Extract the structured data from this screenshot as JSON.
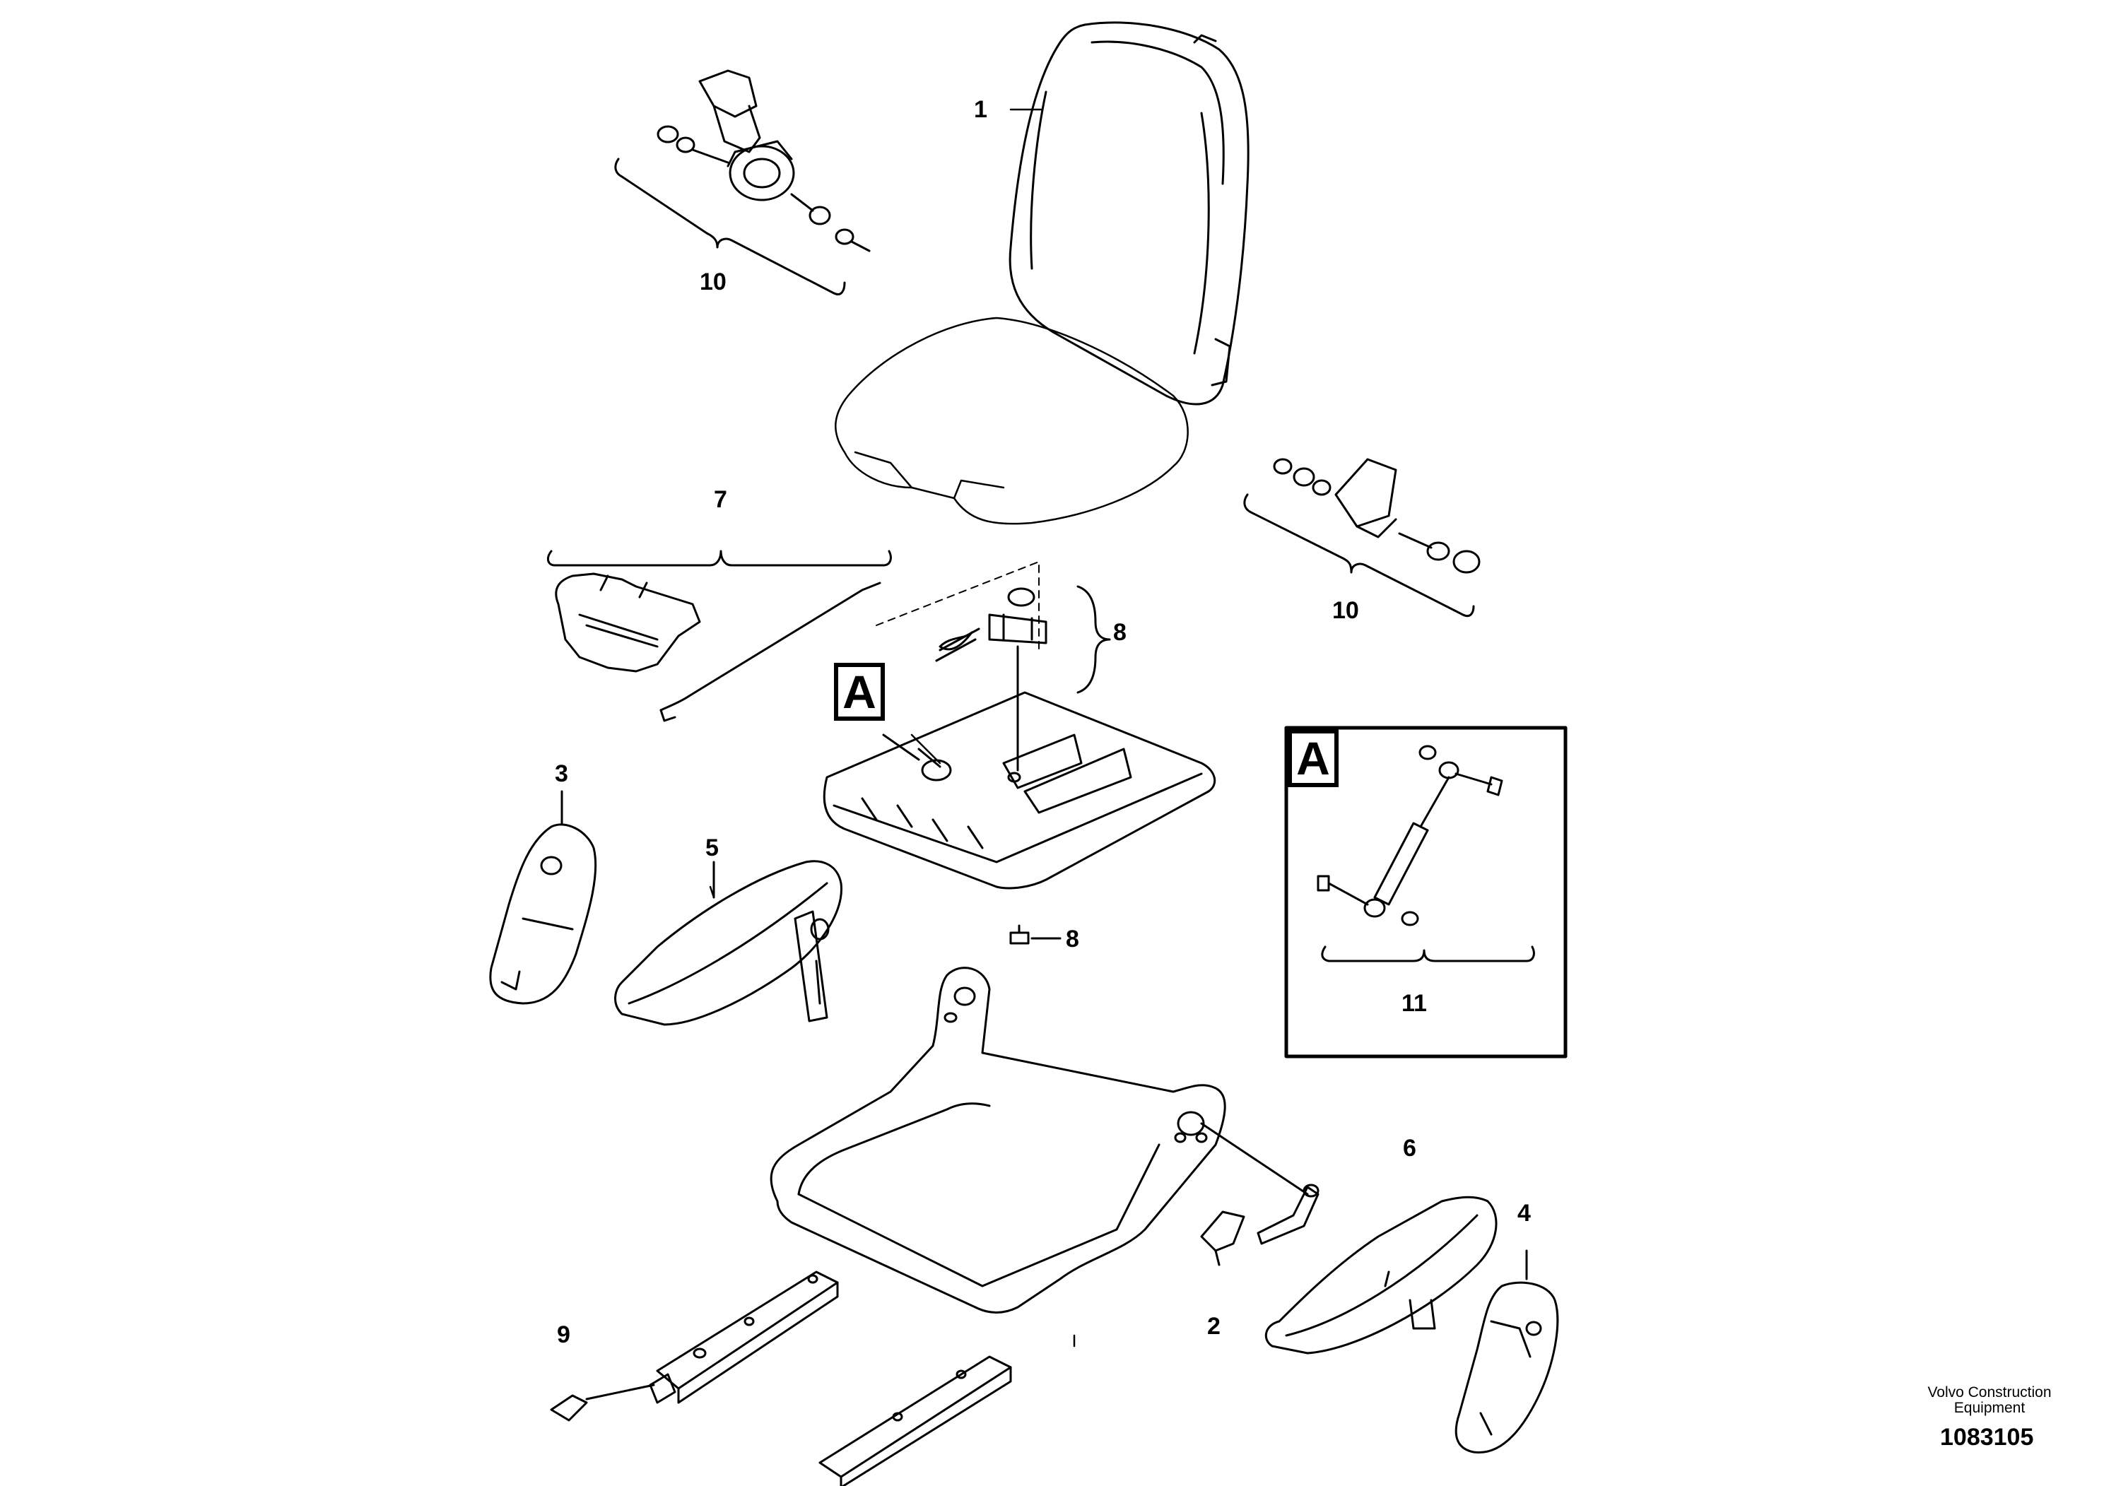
{
  "diagram": {
    "callouts": {
      "c1": "1",
      "c2": "2",
      "c3": "3",
      "c4": "4",
      "c5": "5",
      "c6": "6",
      "c7": "7",
      "c8_upper": "8",
      "c8_lower": "8",
      "c9": "9",
      "c10_left": "10",
      "c10_right": "10",
      "c11": "11"
    },
    "detail_marker": "A",
    "detail_inset_marker": "A"
  },
  "footer": {
    "company_line1": "Volvo Construction",
    "company_line2": "Equipment",
    "drawing_number": "1083105"
  }
}
